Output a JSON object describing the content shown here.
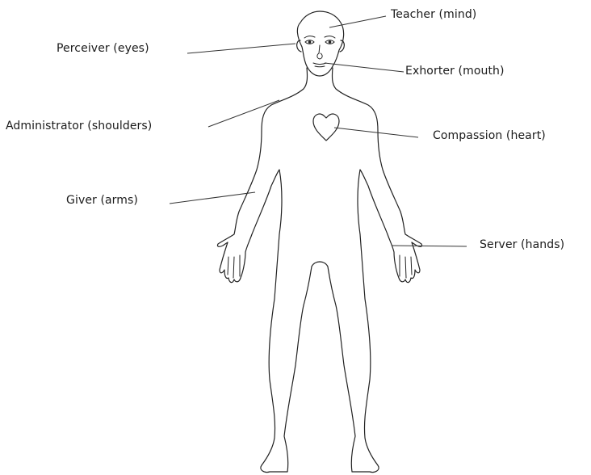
{
  "labels": {
    "teacher": "Teacher (mind)",
    "perceiver": "Perceiver (eyes)",
    "exhorter": "Exhorter (mouth)",
    "administrator": "Administrator (shoulders)",
    "compassion": "Compassion (heart)",
    "giver": "Giver (arms)",
    "server": "Server (hands)"
  }
}
